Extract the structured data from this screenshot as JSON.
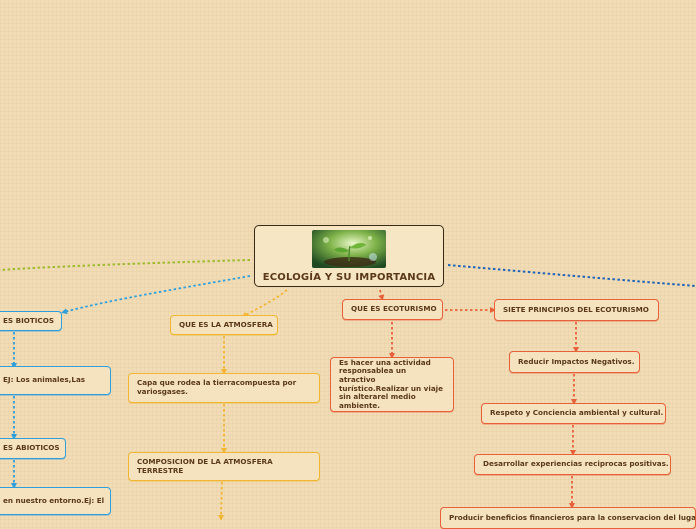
{
  "central": {
    "title": "ECOLOGÍA Y SU IMPORTANCIA",
    "image": "plant-sprout-image"
  },
  "branches": {
    "bioticos": {
      "title": "ES BIOTICOS",
      "detail": "EJ: Los animales,Las"
    },
    "abioticos": {
      "title": "ES ABIOTICOS",
      "detail": "en nuestro entorno.Ej: El"
    },
    "atmosfera": {
      "title": "QUE ES LA ATMOSFERA",
      "definition": "Capa que rodea la tierracompuesta por variosgases.",
      "composition": "COMPOSICION DE LA ATMOSFERA TERRESTRE"
    },
    "ecoturismo": {
      "title": "QUE ES ECOTURISMO",
      "definition": "Es hacer una actividad responsablea un atractivo turístico.Realizar un viaje sin alterarel medio ambiente."
    },
    "principios": {
      "title": "SIETE PRINCIPIOS DEL ECOTURISMO",
      "items": [
        "Reducir Impactos Negativos.",
        "Respeto y Conciencia ambiental y cultural.",
        "Desarrollar experiencias reciprocas positivas.",
        "Producir beneficios financieros para la conservacion del lugar."
      ]
    }
  },
  "colors": {
    "blue": "#2f9fdc",
    "yellow": "#f2b632",
    "orange": "#e8603a",
    "green": "#9dbb2c",
    "navy": "#1f63b8",
    "text": "#5a3818",
    "background": "#f1dcb6"
  }
}
